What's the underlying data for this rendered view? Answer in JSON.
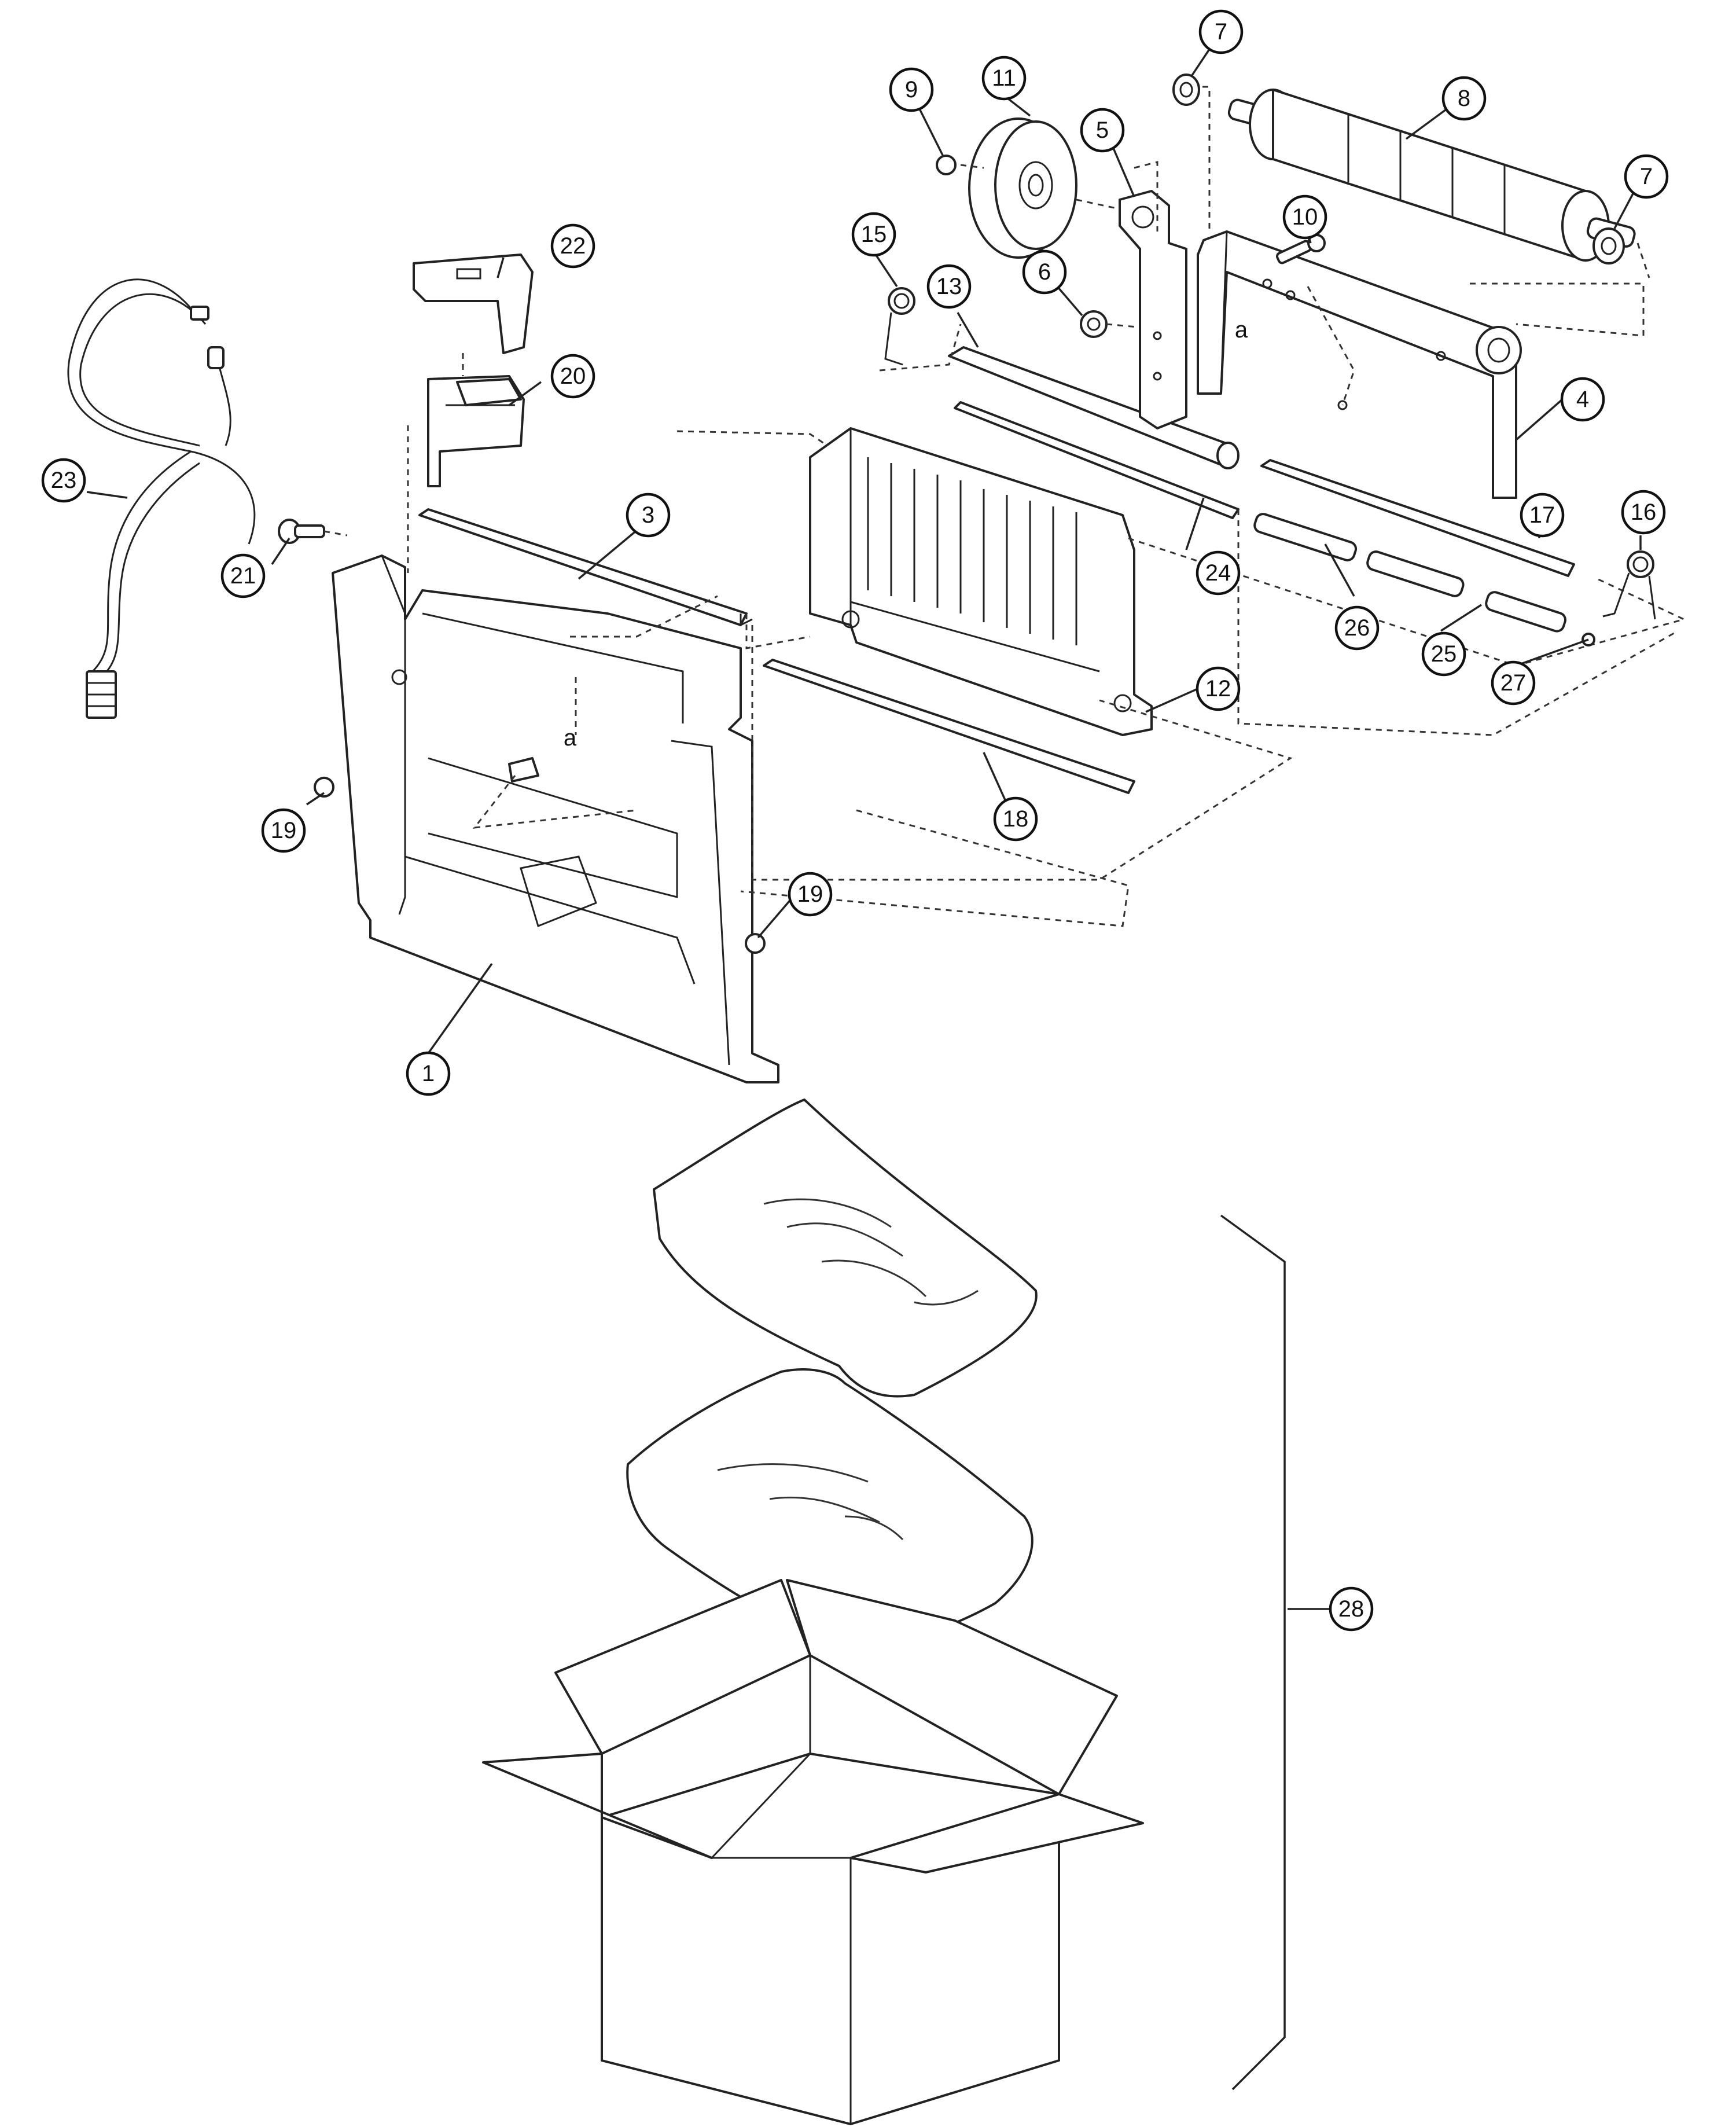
{
  "diagram": {
    "callouts": [
      {
        "id": "1",
        "label": "1"
      },
      {
        "id": "3",
        "label": "3"
      },
      {
        "id": "4",
        "label": "4"
      },
      {
        "id": "5",
        "label": "5"
      },
      {
        "id": "6",
        "label": "6"
      },
      {
        "id": "7a",
        "label": "7"
      },
      {
        "id": "7b",
        "label": "7"
      },
      {
        "id": "8",
        "label": "8"
      },
      {
        "id": "9",
        "label": "9"
      },
      {
        "id": "10",
        "label": "10"
      },
      {
        "id": "11",
        "label": "11"
      },
      {
        "id": "12",
        "label": "12"
      },
      {
        "id": "13",
        "label": "13"
      },
      {
        "id": "15",
        "label": "15"
      },
      {
        "id": "16",
        "label": "16"
      },
      {
        "id": "17",
        "label": "17"
      },
      {
        "id": "18",
        "label": "18"
      },
      {
        "id": "19a",
        "label": "19"
      },
      {
        "id": "19b",
        "label": "19"
      },
      {
        "id": "20",
        "label": "20"
      },
      {
        "id": "21",
        "label": "21"
      },
      {
        "id": "22",
        "label": "22"
      },
      {
        "id": "23",
        "label": "23"
      },
      {
        "id": "24",
        "label": "24"
      },
      {
        "id": "25",
        "label": "25"
      },
      {
        "id": "26",
        "label": "26"
      },
      {
        "id": "27",
        "label": "27"
      },
      {
        "id": "28",
        "label": "28"
      }
    ],
    "reference_letters": [
      {
        "id": "a1",
        "label": "a"
      },
      {
        "id": "a2",
        "label": "a"
      }
    ]
  }
}
